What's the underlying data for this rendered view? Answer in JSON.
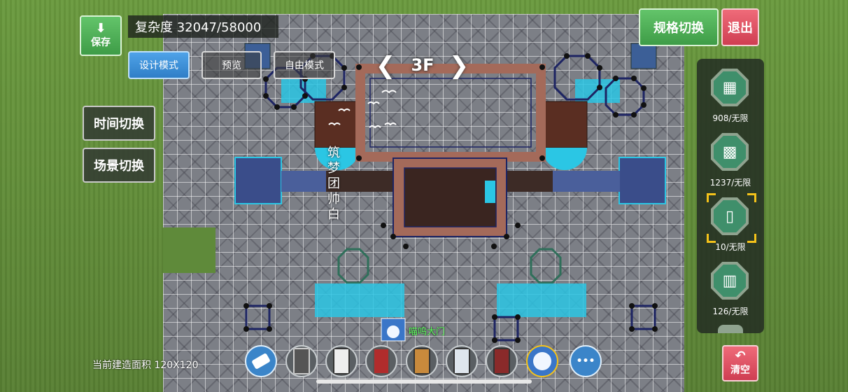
{
  "header": {
    "save_label": "保存",
    "complexity_label": "复杂度 32047/58000",
    "spec_switch_label": "规格切换",
    "exit_label": "退出"
  },
  "modes": {
    "design": "设计模式",
    "preview": "预览",
    "free": "自由模式"
  },
  "left_panel": {
    "time_switch": "时间切换",
    "scene_switch": "场景切换"
  },
  "floor": {
    "label": "3F",
    "prev_glyph": "❮",
    "next_glyph": "❯"
  },
  "canvas_text": {
    "signature": "筑梦团帅白",
    "door_tag": "喵呜大门"
  },
  "material_panel": {
    "items": [
      {
        "icon": "brick-wall-icon",
        "count": "908/无限"
      },
      {
        "icon": "floor-tile-icon",
        "count": "1237/无限"
      },
      {
        "icon": "window-icon",
        "count": "10/无限"
      },
      {
        "icon": "pillar-icon",
        "count": "126/无限"
      }
    ],
    "selected_index": 2
  },
  "bottom": {
    "area_label": "当前建造面积  120X120",
    "clear_label": "清空",
    "more_glyph": "•••"
  },
  "toolbar": {
    "items": [
      "eraser-icon",
      "double-door-icon",
      "white-door-icon",
      "red-shrine-door-icon",
      "wooden-door-icon",
      "glass-door-icon",
      "carved-red-door-icon",
      "cat-gate-icon"
    ],
    "selected_index": 7
  },
  "colors": {
    "accent_green": "#4fb257",
    "exit_red": "#d8475a",
    "mode_blue": "#3b8fd6",
    "water_cyan": "#28c8e6",
    "wall_navy": "#1d2463",
    "brick": "#a46a5a"
  }
}
